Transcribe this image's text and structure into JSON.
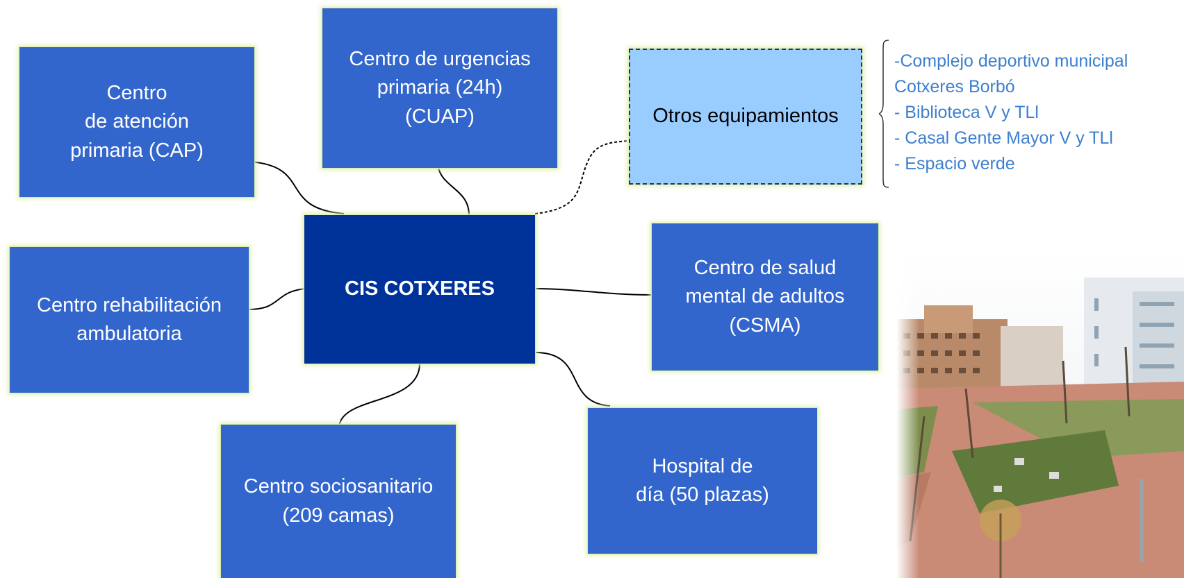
{
  "diagram": {
    "center": "CIS COTXERES",
    "nodes": {
      "cap": "Centro\nde atención\nprimaria (CAP)",
      "cuap": "Centro de urgencias\nprimaria (24h)\n(CUAP)",
      "otros": "Otros equipamientos",
      "rehab": "Centro rehabilitación\nambulatoria",
      "csma": "Centro de salud\nmental de adultos\n(CSMA)",
      "socio": "Centro sociosanitario\n(209 camas)",
      "hospital": "Hospital de\ndía (50 plazas)"
    },
    "otros_list": [
      "-Complejo deportivo municipal",
      "Cotxeres Borbó",
      "- Biblioteca V y TLl",
      "- Casal Gente Mayor V y TLl",
      "- Espacio verde"
    ]
  },
  "colors": {
    "node_blue": "#3366cc",
    "center_blue": "#003399",
    "light_blue": "#99ccff",
    "list_text": "#3d7fcf"
  }
}
